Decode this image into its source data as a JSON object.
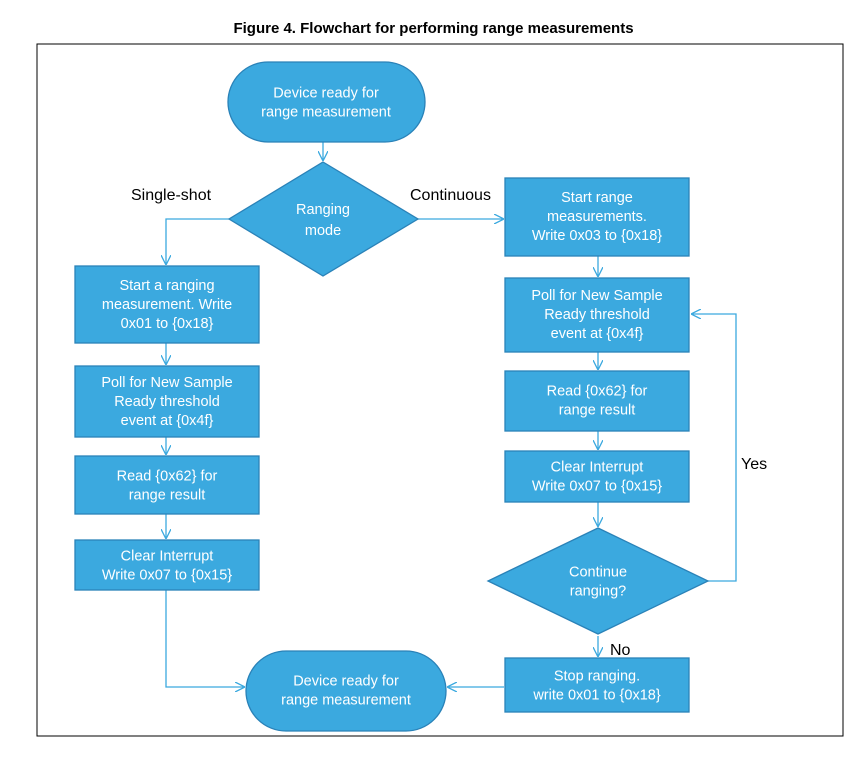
{
  "figure": {
    "title": "Figure 4. Flowchart for performing range measurements"
  },
  "colors": {
    "node_fill": "#3ba9df",
    "node_stroke": "#2a82b8",
    "arrow": "#3ba9df",
    "frame": "#000000"
  },
  "nodes": {
    "start": [
      "Device ready for",
      "range measurement"
    ],
    "mode": [
      "Ranging",
      "mode"
    ],
    "ss_start": [
      "Start a ranging",
      "measurement. Write",
      "0x01 to {0x18}"
    ],
    "ss_poll": [
      "Poll for New Sample",
      "Ready threshold",
      "event at {0x4f}"
    ],
    "ss_read": [
      "Read {0x62} for",
      "range result"
    ],
    "ss_clear": [
      "Clear Interrupt",
      "Write 0x07 to {0x15}"
    ],
    "ct_start": [
      "Start range",
      "measurements.",
      "Write 0x03 to {0x18}"
    ],
    "ct_poll": [
      "Poll for New Sample",
      "Ready threshold",
      "event at {0x4f}"
    ],
    "ct_read": [
      "Read {0x62} for",
      "range result"
    ],
    "ct_clear": [
      "Clear Interrupt",
      "Write 0x07 to {0x15}"
    ],
    "ct_decide": [
      "Continue",
      "ranging?"
    ],
    "ct_stop": [
      "Stop ranging.",
      "write 0x01 to {0x18}"
    ],
    "end": [
      "Device ready for",
      "range measurement"
    ]
  },
  "edge_labels": {
    "single_shot": "Single-shot",
    "continuous": "Continuous",
    "yes": "Yes",
    "no": "No"
  }
}
